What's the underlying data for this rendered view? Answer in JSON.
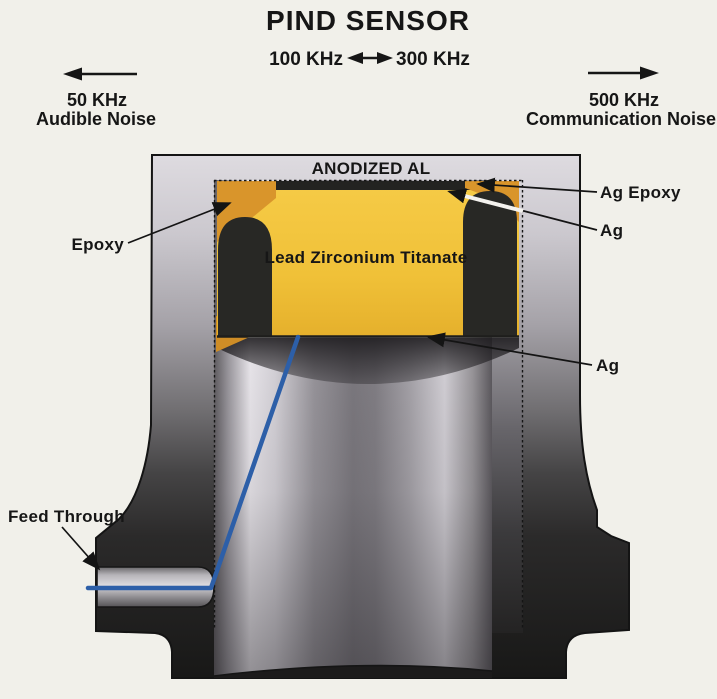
{
  "header": {
    "title": "PIND SENSOR",
    "band": {
      "low_label": "100 KHz",
      "high_label": "300 KHz"
    },
    "left_marker": {
      "freq": "50 KHz",
      "label": "Audible Noise"
    },
    "right_marker": {
      "freq": "500 KHz",
      "label": "Communication Noise"
    }
  },
  "diagram": {
    "housing_label": "ANODIZED AL",
    "crystal_label": "Lead Zirconium Titanate",
    "callouts": {
      "epoxy": "Epoxy",
      "ag_epoxy": "Ag Epoxy",
      "ag_upper": "Ag",
      "ag_lower": "Ag",
      "feed_through": "Feed Through"
    },
    "colors": {
      "background": "#f1f0ea",
      "crystal_yellow": "#f0c138",
      "epoxy_orange": "#d9952b",
      "electrode_dark": "#282825",
      "wire_blue": "#2d5fa8",
      "text": "#161616"
    }
  }
}
